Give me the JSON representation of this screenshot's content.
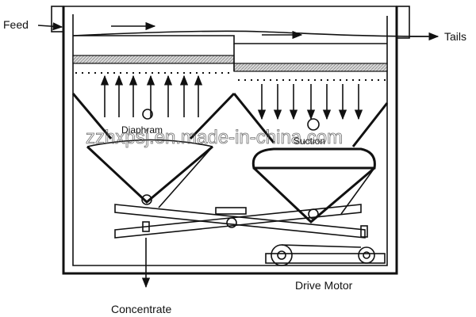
{
  "labels": {
    "feed": "Feed",
    "tails": "Tails",
    "diaphragm": "Diaphram",
    "suction": "Suction",
    "drive_motor": "Drive Motor",
    "concentrate": "Concentrate"
  },
  "watermark": "zzhxpsj.en.made-in-china.com"
}
